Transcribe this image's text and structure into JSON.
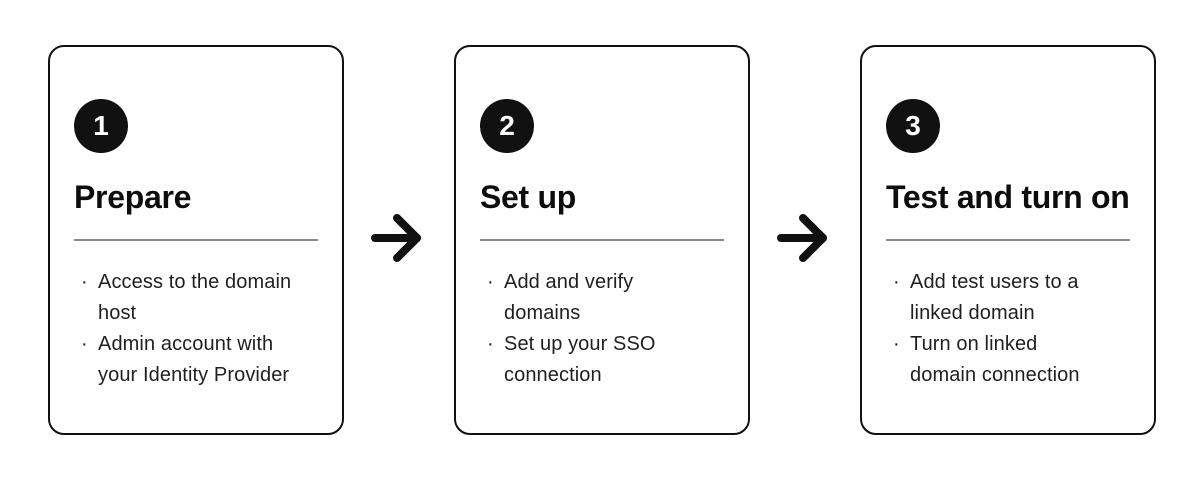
{
  "colors": {
    "foreground": "#111111",
    "background": "#ffffff",
    "divider": "#8a8a8a",
    "badge_background": "#111111",
    "badge_text": "#ffffff"
  },
  "steps": [
    {
      "number": "1",
      "title": "Prepare",
      "bullets": [
        [
          "Access to the domain",
          "host"
        ],
        [
          "Admin account with",
          "your Identity Provider"
        ]
      ]
    },
    {
      "number": "2",
      "title": "Set up",
      "bullets": [
        [
          "Add and verify",
          "domains"
        ],
        [
          "Set up your SSO",
          "connection"
        ]
      ]
    },
    {
      "number": "3",
      "title": "Test and turn on",
      "bullets": [
        [
          "Add test users to a",
          "linked domain"
        ],
        [
          "Turn on linked",
          "domain connection"
        ]
      ]
    }
  ],
  "bullet_marker": "·"
}
